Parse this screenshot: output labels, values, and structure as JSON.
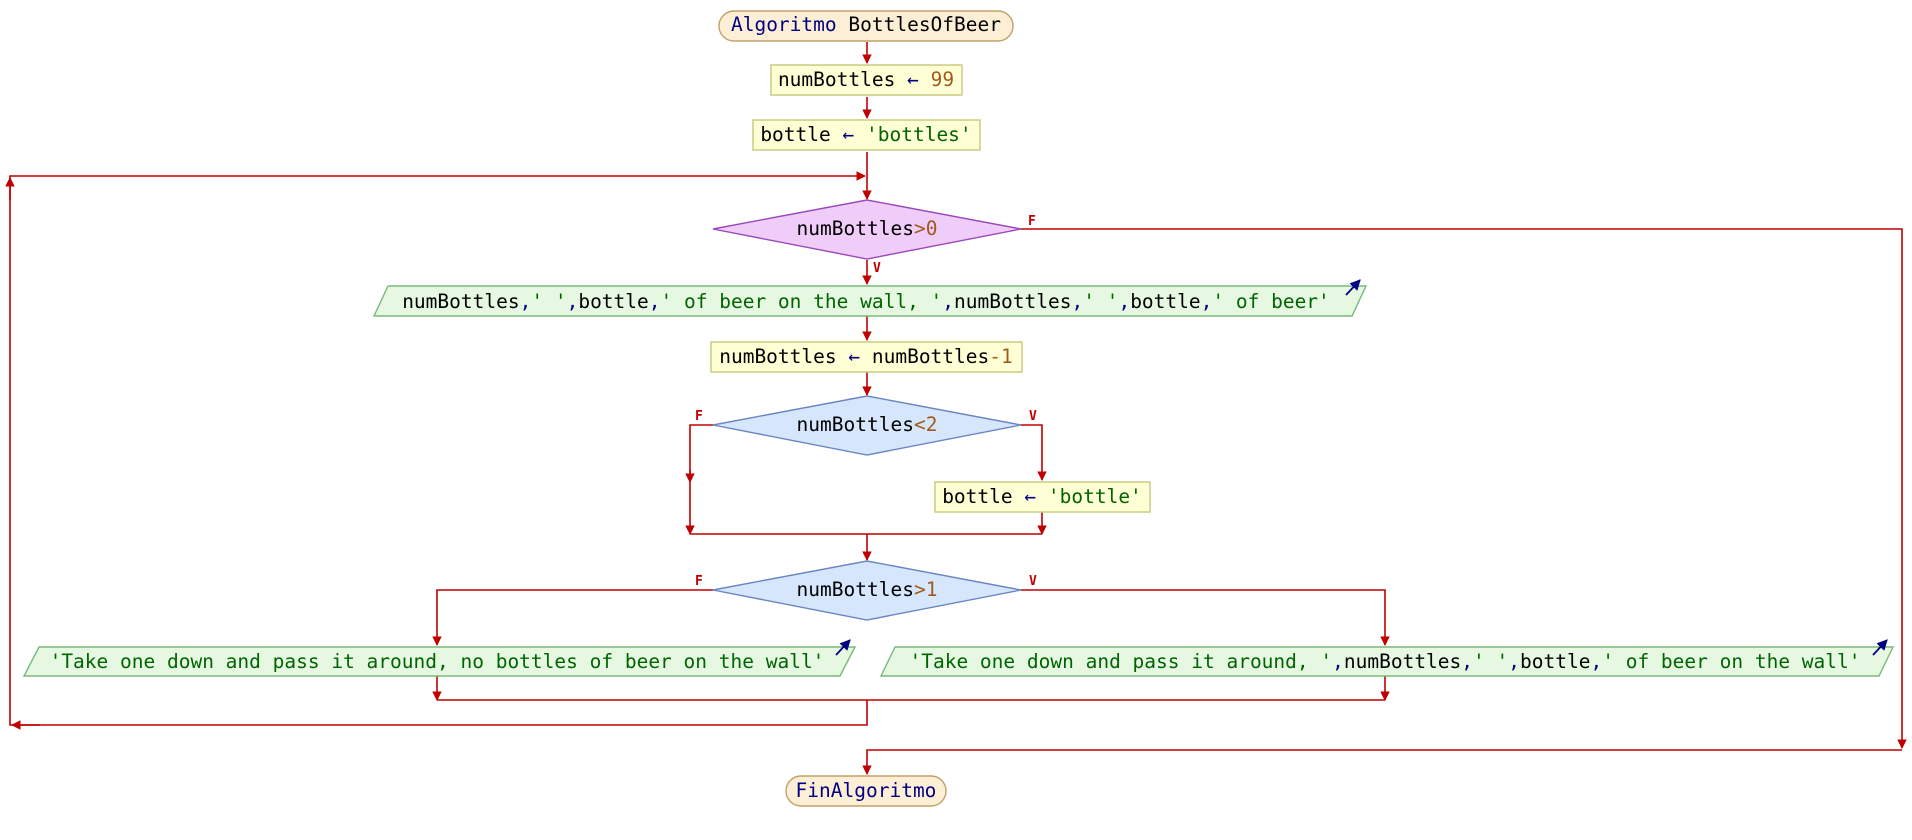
{
  "colors": {
    "flow_line": "#c00000",
    "terminal_fill": "#fcefd6",
    "terminal_stroke": "#c2a06a",
    "process_fill": "#ffffd6",
    "process_stroke": "#c8c87a",
    "decision_loop_fill": "#f0ccf8",
    "decision_loop_stroke": "#9a4ab8",
    "decision_if_fill": "#d6e6fc",
    "decision_if_stroke": "#6a86c0",
    "output_fill": "#e6f8e2",
    "output_stroke": "#7ab87a",
    "text_keyword": "#000080",
    "text_identifier": "#000000",
    "text_number": "#a05a1e",
    "text_string": "#006400",
    "text_separator": "#000080",
    "text_operator": "#a05a1e",
    "text_arrow": "#000080",
    "branch_label": "#c00000",
    "output_arrow_icon": "#000080"
  },
  "flowchart": {
    "start": {
      "tokens": [
        {
          "text": "Algoritmo",
          "kind": "keyword"
        },
        {
          "text": " BottlesOfBeer",
          "kind": "identifier"
        }
      ]
    },
    "assign_num": {
      "tokens": [
        {
          "text": "numBottles",
          "kind": "identifier"
        },
        {
          "text": " ← ",
          "kind": "arrow"
        },
        {
          "text": "99",
          "kind": "number"
        }
      ]
    },
    "assign_bottle": {
      "tokens": [
        {
          "text": "bottle",
          "kind": "identifier"
        },
        {
          "text": " ← ",
          "kind": "arrow"
        },
        {
          "text": "'bottles'",
          "kind": "string"
        }
      ]
    },
    "while_cond": {
      "tokens": [
        {
          "text": "numBottles",
          "kind": "identifier"
        },
        {
          "text": ">",
          "kind": "operator"
        },
        {
          "text": "0",
          "kind": "number"
        }
      ]
    },
    "output_verse": {
      "tokens": [
        {
          "text": "numBottles",
          "kind": "identifier"
        },
        {
          "text": ",",
          "kind": "separator"
        },
        {
          "text": "' '",
          "kind": "string"
        },
        {
          "text": ",",
          "kind": "separator"
        },
        {
          "text": "bottle",
          "kind": "identifier"
        },
        {
          "text": ",",
          "kind": "separator"
        },
        {
          "text": "' of beer on the wall, '",
          "kind": "string"
        },
        {
          "text": ",",
          "kind": "separator"
        },
        {
          "text": "numBottles",
          "kind": "identifier"
        },
        {
          "text": ",",
          "kind": "separator"
        },
        {
          "text": "' '",
          "kind": "string"
        },
        {
          "text": ",",
          "kind": "separator"
        },
        {
          "text": "bottle",
          "kind": "identifier"
        },
        {
          "text": ",",
          "kind": "separator"
        },
        {
          "text": "' of beer'",
          "kind": "string"
        }
      ]
    },
    "decrement": {
      "tokens": [
        {
          "text": "numBottles",
          "kind": "identifier"
        },
        {
          "text": " ← ",
          "kind": "arrow"
        },
        {
          "text": "numBottles",
          "kind": "identifier"
        },
        {
          "text": "-",
          "kind": "operator"
        },
        {
          "text": "1",
          "kind": "number"
        }
      ]
    },
    "if_lt2": {
      "tokens": [
        {
          "text": "numBottles",
          "kind": "identifier"
        },
        {
          "text": "<",
          "kind": "operator"
        },
        {
          "text": "2",
          "kind": "number"
        }
      ]
    },
    "assign_singular": {
      "tokens": [
        {
          "text": "bottle",
          "kind": "identifier"
        },
        {
          "text": " ← ",
          "kind": "arrow"
        },
        {
          "text": "'bottle'",
          "kind": "string"
        }
      ]
    },
    "if_gt1": {
      "tokens": [
        {
          "text": "numBottles",
          "kind": "identifier"
        },
        {
          "text": ">",
          "kind": "operator"
        },
        {
          "text": "1",
          "kind": "number"
        }
      ]
    },
    "output_last": {
      "tokens": [
        {
          "text": "'Take one down and pass it around, no bottles of beer on the wall'",
          "kind": "string"
        }
      ]
    },
    "output_more": {
      "tokens": [
        {
          "text": "'Take one down and pass it around, '",
          "kind": "string"
        },
        {
          "text": ",",
          "kind": "separator"
        },
        {
          "text": "numBottles",
          "kind": "identifier"
        },
        {
          "text": ",",
          "kind": "separator"
        },
        {
          "text": "' '",
          "kind": "string"
        },
        {
          "text": ",",
          "kind": "separator"
        },
        {
          "text": "bottle",
          "kind": "identifier"
        },
        {
          "text": ",",
          "kind": "separator"
        },
        {
          "text": "' of beer on the wall'",
          "kind": "string"
        }
      ]
    },
    "end": {
      "tokens": [
        {
          "text": "FinAlgoritmo",
          "kind": "keyword"
        }
      ]
    }
  },
  "branch_labels": {
    "while_false": "F",
    "while_true": "V",
    "lt2_false": "F",
    "lt2_true": "V",
    "gt1_false": "F",
    "gt1_true": "V"
  },
  "icons": {
    "output_marker": "output-arrow-icon"
  }
}
